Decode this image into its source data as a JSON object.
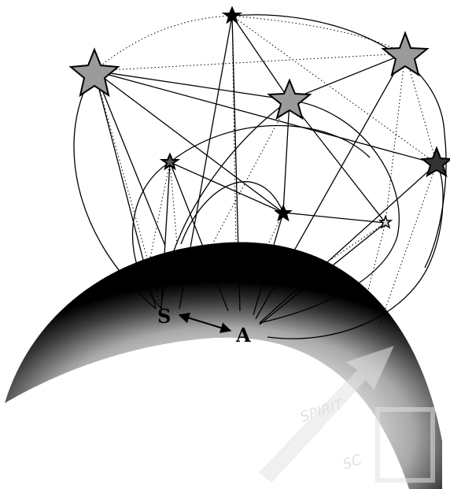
{
  "diagram": {
    "labels": {
      "s": "S",
      "a": "A"
    },
    "watermark": {
      "word_1": "SPIRIT",
      "word_2": "SC"
    },
    "colors": {
      "ink": "#000000",
      "star_fill": "#9a9a9a",
      "background": "#ffffff",
      "watermark": "#d0d0d0"
    }
  }
}
